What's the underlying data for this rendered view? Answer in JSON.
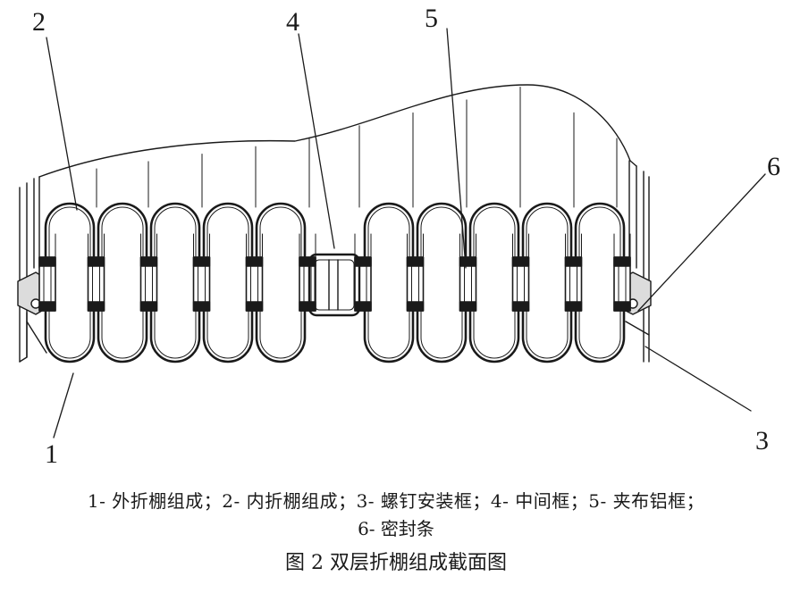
{
  "labels": {
    "l1": "1",
    "l2": "2",
    "l3": "3",
    "l4": "4",
    "l5": "5",
    "l6": "6"
  },
  "legend": {
    "line1": "1- 外折棚组成；2- 内折棚组成；3- 螺钉安装框；4- 中间框；5- 夹布铝框；",
    "line2": "6- 密封条"
  },
  "caption": "图 2 双层折棚组成截面图",
  "colors": {
    "ink": "#1a1a1a",
    "paper": "#ffffff",
    "gap": "#f2f2f2"
  }
}
